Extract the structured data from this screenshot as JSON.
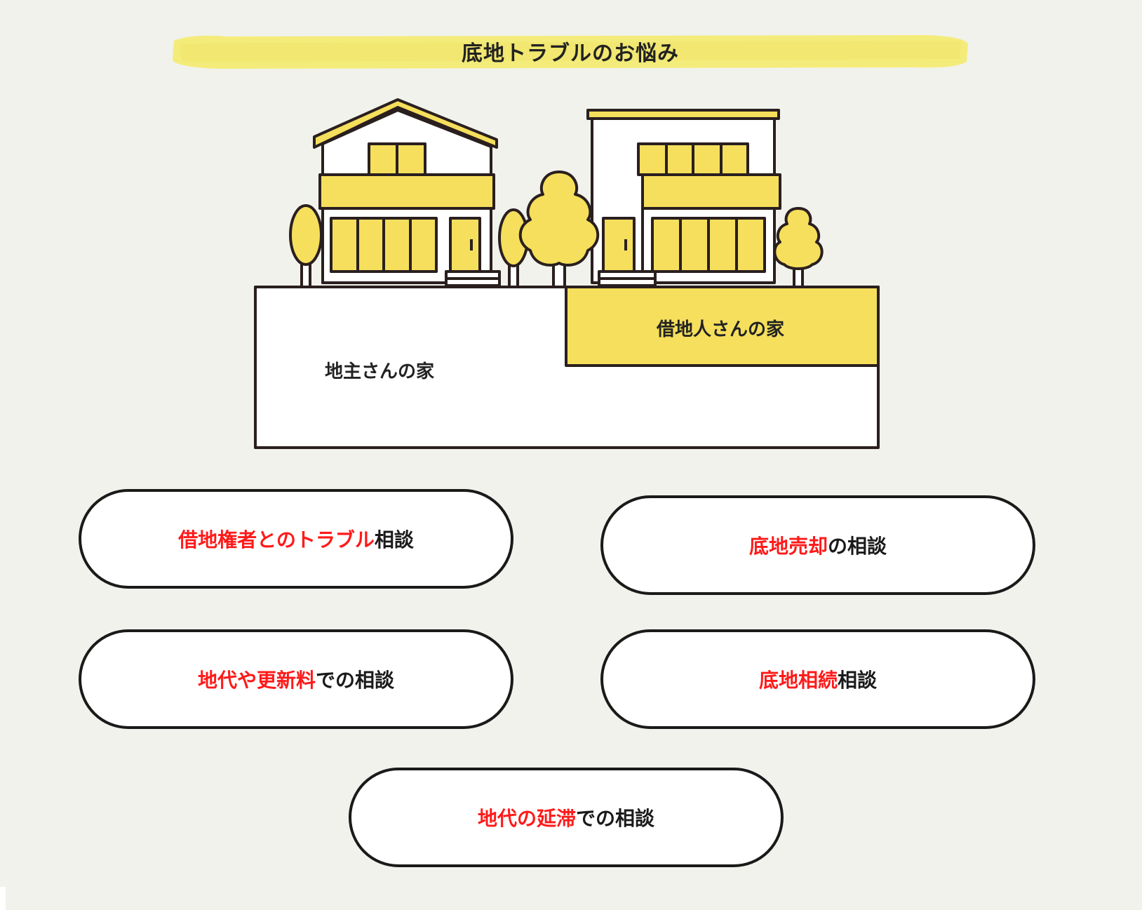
{
  "title": "底地トラブルのお悩み",
  "illustration": {
    "landlord_label": "地主さんの家",
    "tenant_label": "借地人さんの家"
  },
  "consultations": [
    {
      "highlight": "借地権者とのトラブル",
      "suffix": "相談"
    },
    {
      "highlight": "底地売却",
      "suffix": "の相談"
    },
    {
      "highlight": "地代や更新料",
      "suffix": "での相談"
    },
    {
      "highlight": "底地相続",
      "suffix": "相談"
    },
    {
      "highlight": "地代の延滞",
      "suffix": "での相談"
    }
  ],
  "colors": {
    "accent_yellow": "#f5df5c",
    "highlight_red": "#ff1a1a",
    "outline": "#1a1a1a",
    "background": "#f1f2ec"
  }
}
